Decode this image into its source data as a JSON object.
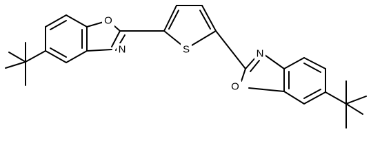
{
  "atoms": {
    "o1": "O",
    "n1": "N",
    "s1": "S",
    "n2": "N",
    "o2": "O"
  }
}
